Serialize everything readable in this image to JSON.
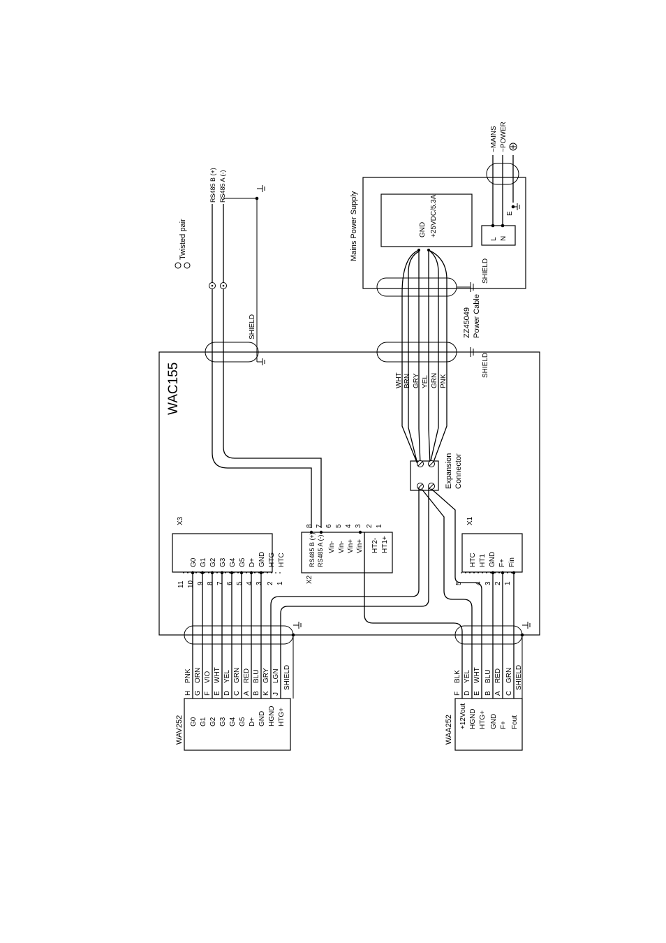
{
  "wac": {
    "title": "WAC155"
  },
  "x3": {
    "label": "X3",
    "pins": [
      "11",
      "10",
      "9",
      "8",
      "7",
      "6",
      "5",
      "4",
      "3",
      "2",
      "1"
    ],
    "signals": [
      "G0",
      "G1",
      "G2",
      "G3",
      "G4",
      "G5",
      "D+",
      "GND",
      "HTG",
      "HTC"
    ]
  },
  "x2": {
    "label": "X2",
    "pins": [
      "8",
      "7",
      "6",
      "5",
      "4",
      "3",
      "2",
      "1"
    ],
    "signals": [
      "RS485 B (+)",
      "RS485 A (-)",
      "Vin-",
      "Vin-",
      "Vin+",
      "Vin+",
      "HT2-",
      "HT1+"
    ]
  },
  "x1": {
    "label": "X1",
    "pins": [
      "5",
      "4",
      "3",
      "2",
      "1"
    ],
    "signals": [
      "HTC",
      "HT1",
      "GND",
      "F+",
      "Fin"
    ]
  },
  "expansion": {
    "label_line1": "Expansion",
    "label_line2": "Connector"
  },
  "power_cable_colors": [
    "WHT",
    "BRN",
    "GRY",
    "YEL",
    "GRN",
    "PNK"
  ],
  "shield": "SHIELD",
  "power_cable": {
    "line1": "ZZ45049",
    "line2": "Power Cable"
  },
  "psu": {
    "title": "Mains Power Supply",
    "gnd": "GND",
    "vout": "+25VDC/5.3A",
    "l": "L",
    "n": "N",
    "e": "E"
  },
  "mains": {
    "line1": "MAINS",
    "line2": "POWER",
    "tilde": "~"
  },
  "twisted": {
    "label": "Twisted pair"
  },
  "rs485": {
    "b": "RS485 B (+)",
    "a": "RS485 A (-)"
  },
  "wav": {
    "title": "WAV252",
    "signals": [
      "G0",
      "G1",
      "G2",
      "G3",
      "G4",
      "G5",
      "D+",
      "GND",
      "HGND",
      "HTG+"
    ],
    "letters": [
      "H",
      "G",
      "F",
      "E",
      "D",
      "C",
      "A",
      "B",
      "K",
      "J"
    ],
    "colors": [
      "PNK",
      "ORN",
      "VIO",
      "WHT",
      "YEL",
      "GRN",
      "RED",
      "BLU",
      "GRY",
      "LGN"
    ]
  },
  "waa": {
    "title": "WAA252",
    "signals": [
      "+12Vout",
      "HGND",
      "HTG+",
      "GND",
      "F+",
      "Fout"
    ],
    "letters": [
      "F",
      "D",
      "E",
      "B",
      "A",
      "C"
    ],
    "colors": [
      "BLK",
      "YEL",
      "WHT",
      "BLU",
      "RED",
      "GRN"
    ]
  }
}
